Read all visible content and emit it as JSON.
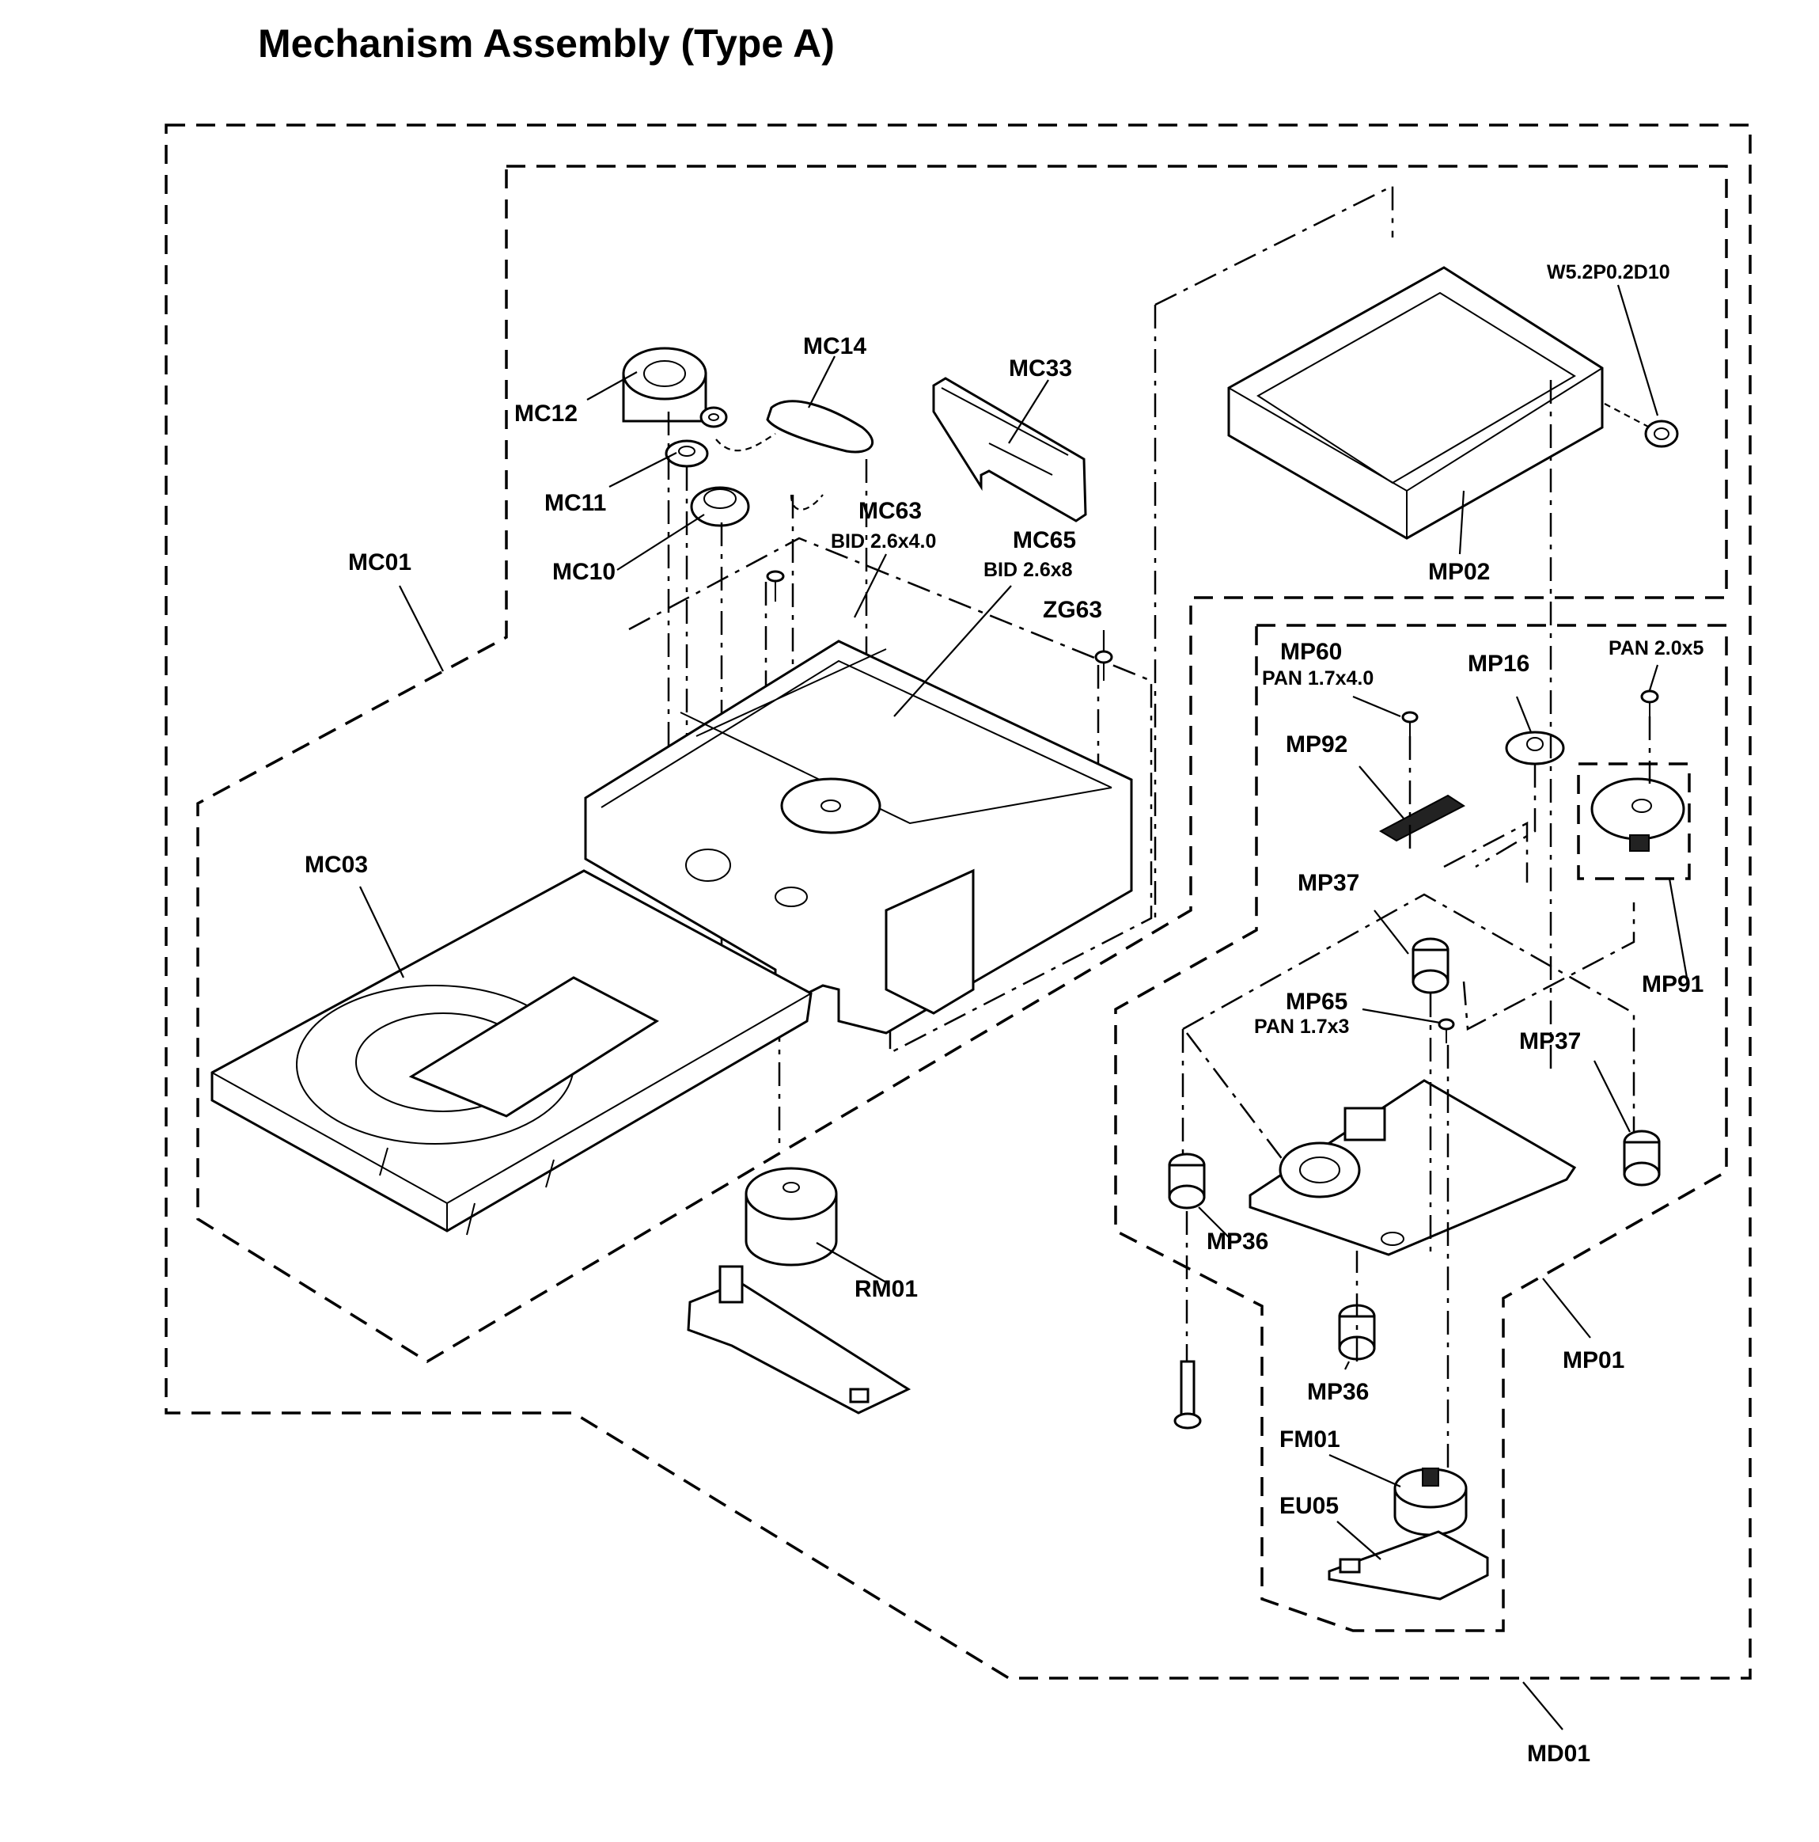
{
  "title": "Mechanism Assembly  (Type A)",
  "labels": {
    "mc12": "MC12",
    "mc14": "MC14",
    "mc33": "MC33",
    "mc11": "MC11",
    "mc10": "MC10",
    "mc63": "MC63",
    "mc63_sub": "BID 2.6x4.0",
    "mc65": "MC65",
    "mc65_sub": "BID 2.6x8",
    "zg63": "ZG63",
    "mc01": "MC01",
    "mc03": "MC03",
    "rm01": "RM01",
    "w52": "W5.2P0.2D10",
    "mp02": "MP02",
    "mp60": "MP60",
    "mp60_sub": "PAN 1.7x4.0",
    "mp16": "MP16",
    "pan20": "PAN 2.0x5",
    "mp92": "MP92",
    "mp37a": "MP37",
    "mp91": "MP91",
    "mp65": "MP65",
    "mp65_sub": "PAN 1.7x3",
    "mp37b": "MP37",
    "mp36a": "MP36",
    "mp36b": "MP36",
    "mp01": "MP01",
    "fm01": "FM01",
    "eu05": "EU05",
    "md01": "MD01"
  }
}
